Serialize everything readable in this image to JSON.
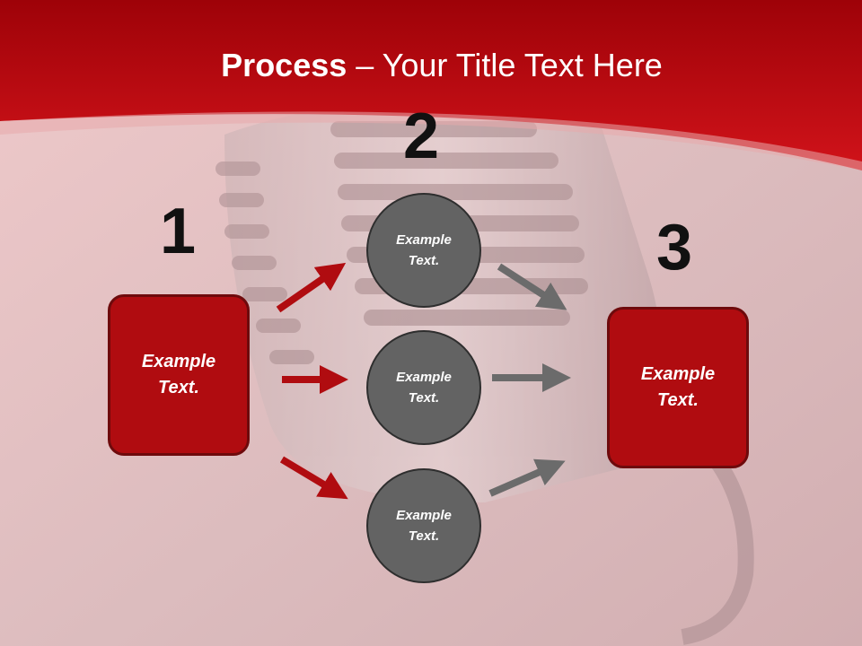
{
  "title": {
    "bold": "Process",
    "separator": " – ",
    "rest": "Your Title Text Here"
  },
  "steps": [
    {
      "number": "1",
      "box_text": "Example Text."
    },
    {
      "number": "2",
      "circles": [
        "Example Text.",
        "Example Text.",
        "Example Text."
      ]
    },
    {
      "number": "3",
      "box_text": "Example Text."
    }
  ],
  "colors": {
    "header_red": "#c10d12",
    "box_red": "#b00c10",
    "circle_gray": "#636363",
    "arrow_red": "#b00c10",
    "arrow_gray": "#6b6b6b"
  }
}
